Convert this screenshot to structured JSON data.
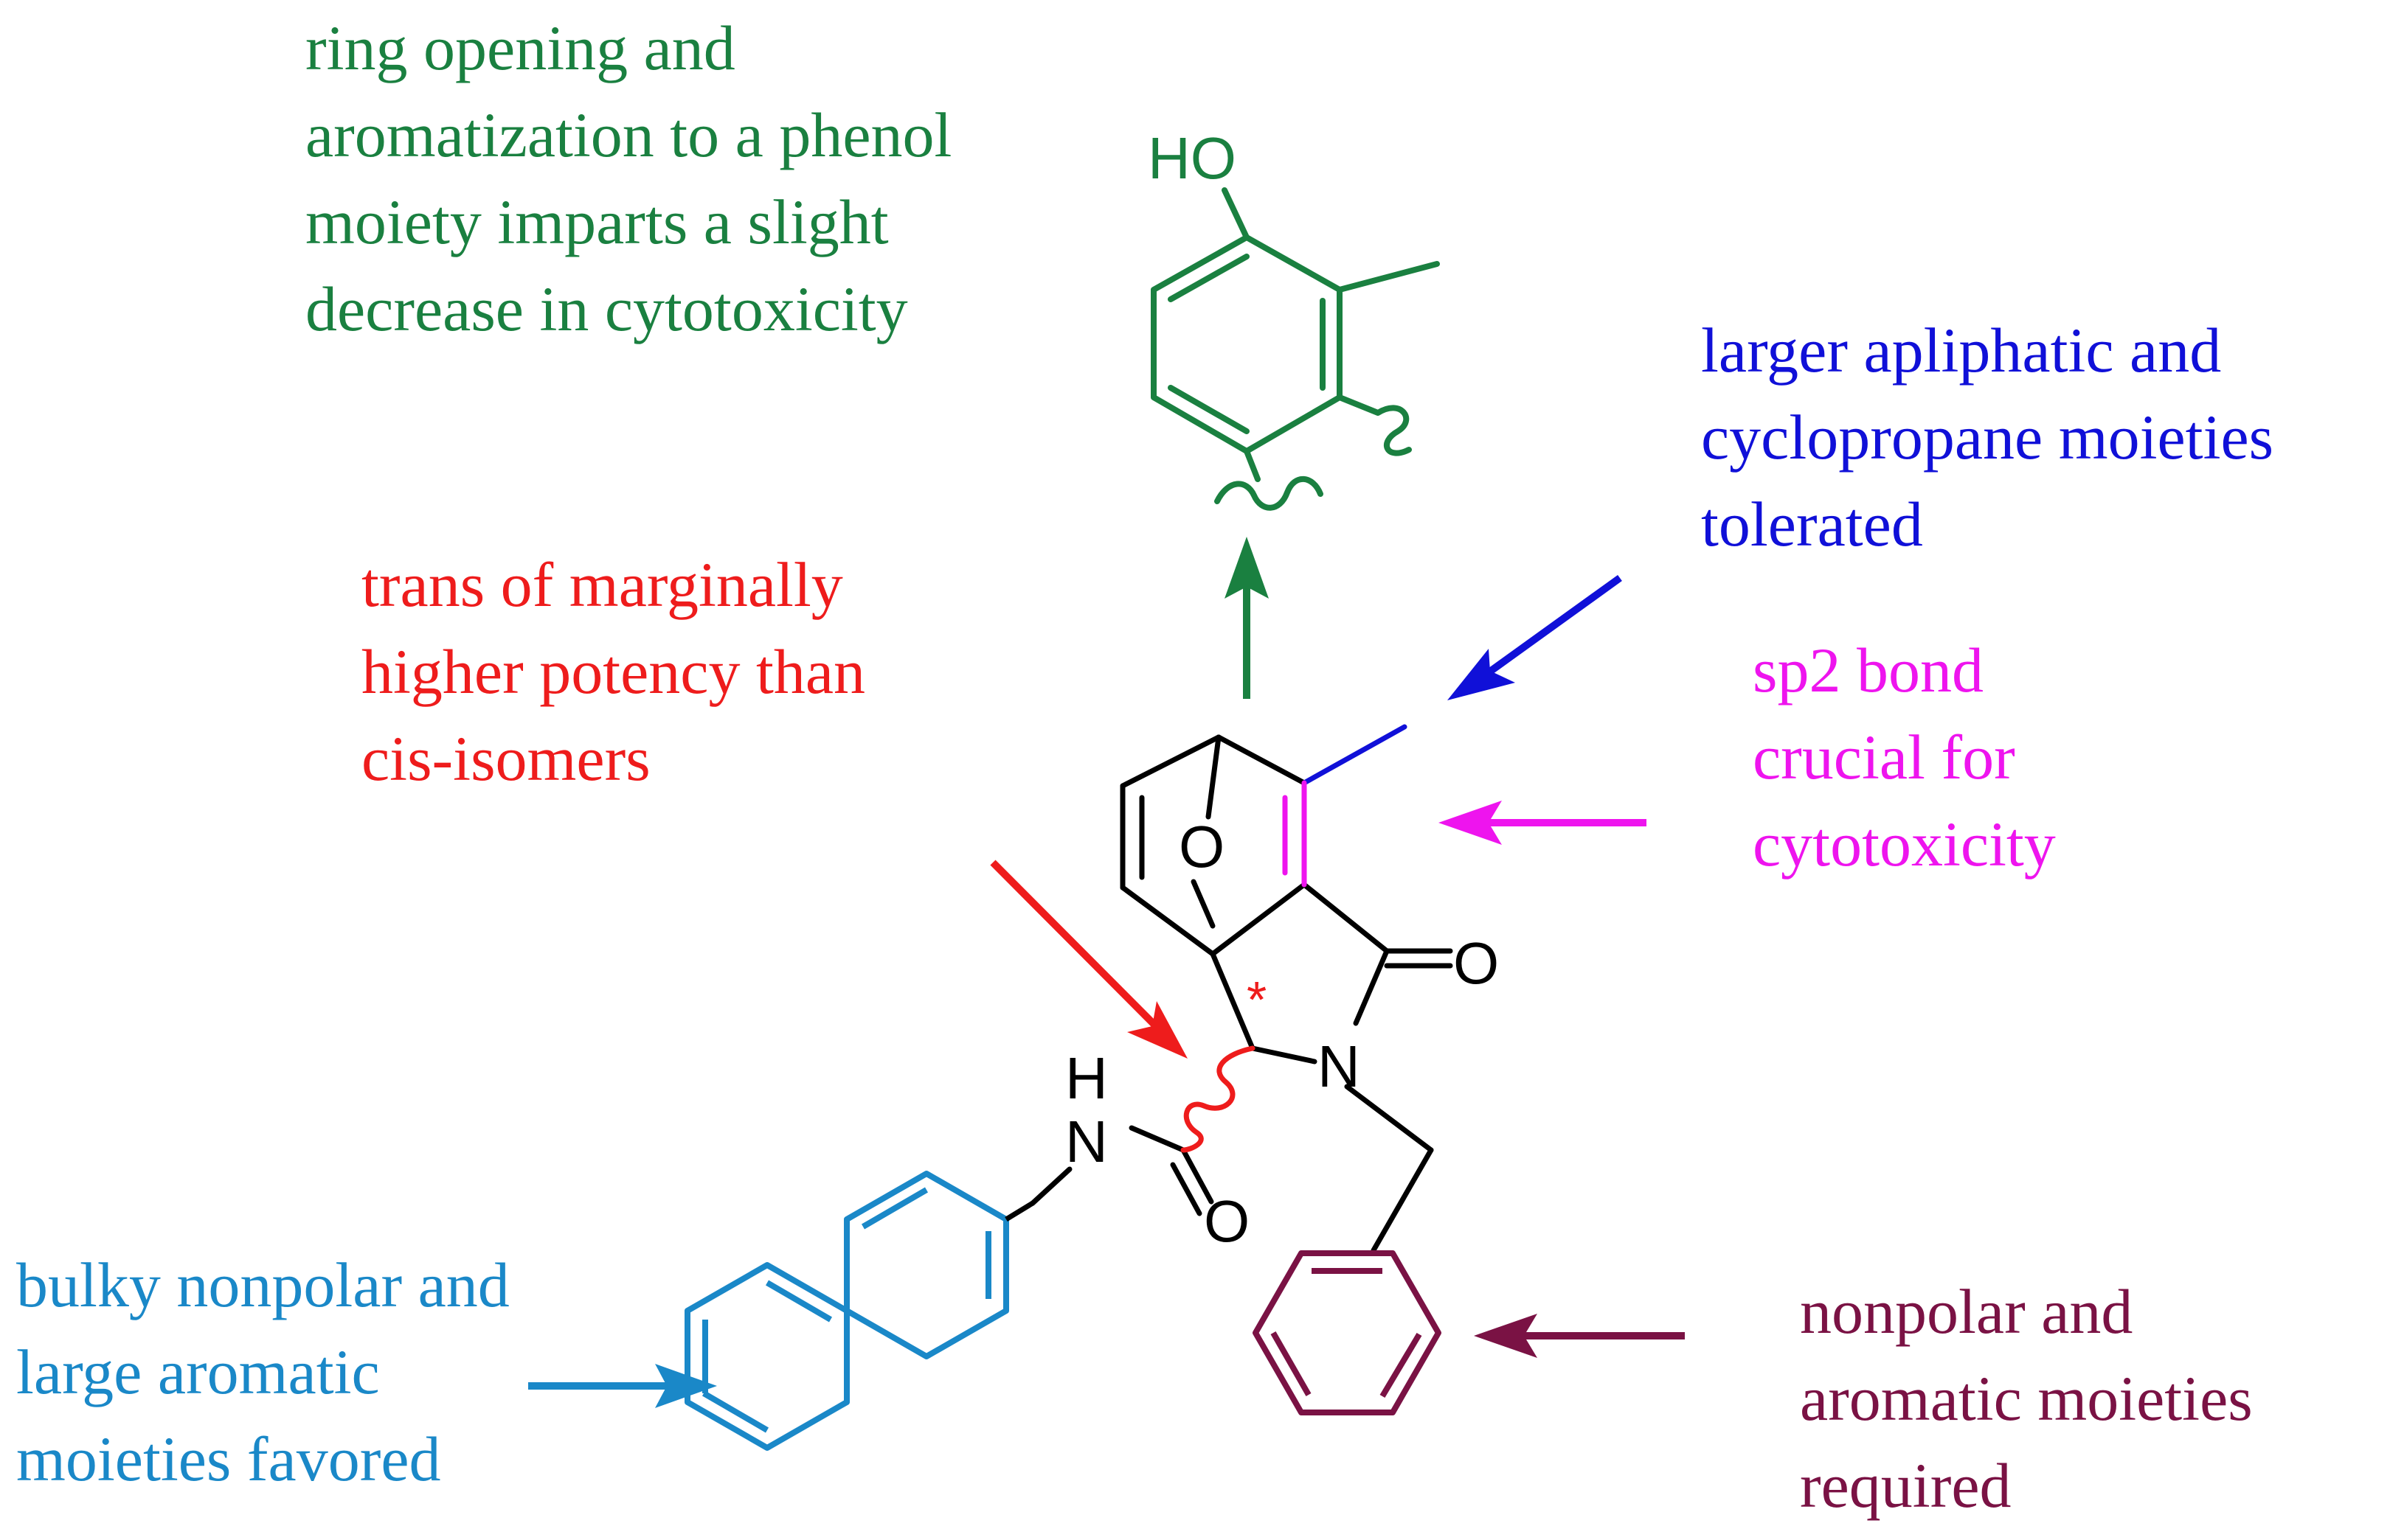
{
  "colors": {
    "green": "#1a8040",
    "blue": "#1010d8",
    "red": "#ee1c1c",
    "magenta": "#ee14ee",
    "lightblue": "#1a88c8",
    "maroon": "#7a1244",
    "black": "#000000"
  },
  "annotations": {
    "green": [
      "ring opening and",
      "aromatization to a phenol",
      "moiety imparts a slight",
      "decrease in cytotoxicity"
    ],
    "blue": [
      "larger apliphatic and",
      "cyclopropane moieties",
      "tolerated"
    ],
    "red": [
      "trans of marginally",
      "higher potency than",
      "cis-isomers"
    ],
    "magenta": [
      "sp2 bond",
      "crucial for",
      "cytotoxicity"
    ],
    "lightblue": [
      "bulky nonpolar and",
      "large aromatic",
      "moieties favored"
    ],
    "maroon": [
      "nonpolar and",
      "aromatic moieties",
      "required"
    ]
  },
  "atoms": {
    "ho": "HO",
    "bridge_o": "O",
    "ketone_o": "O",
    "amide_n": "N",
    "amide_h": "H",
    "ring_n": "N",
    "amide_o": "O",
    "stereo_mark": "*"
  }
}
